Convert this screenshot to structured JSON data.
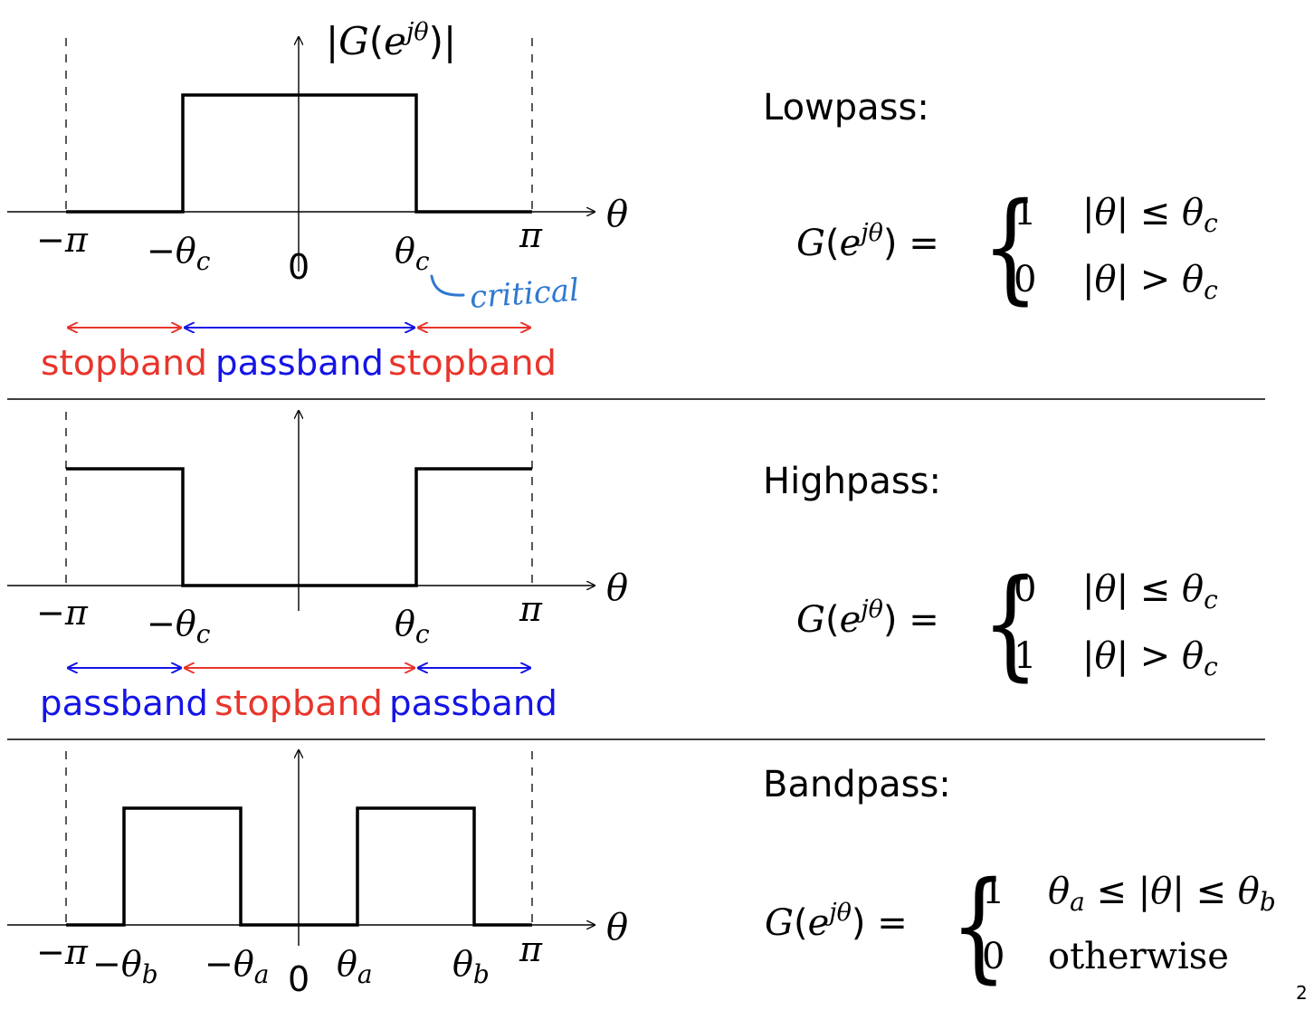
{
  "colors": {
    "stopband": "#e8352b",
    "passband": "#1414e6",
    "annotation": "#2f79d0",
    "ink": "#000000"
  },
  "plots": [
    {
      "id": "lowpass",
      "ylabel": "|G(e^{jθ})|",
      "xlabel": "θ",
      "ticks": [
        "−π",
        "−θc",
        "0",
        "θc",
        "π"
      ],
      "annotation": "critical",
      "bands": [
        "stopband",
        "passband",
        "stopband"
      ],
      "title": "Lowpass:",
      "equation": {
        "lhs": "G(e^{jθ}) =",
        "cases": [
          [
            "1",
            "|θ| ≤ θc"
          ],
          [
            "0",
            "|θ| > θc"
          ]
        ]
      }
    },
    {
      "id": "highpass",
      "xlabel": "θ",
      "ticks": [
        "−π",
        "−θc",
        "θc",
        "π"
      ],
      "bands": [
        "passband",
        "stopband",
        "passband"
      ],
      "title": "Highpass:",
      "equation": {
        "lhs": "G(e^{jθ}) =",
        "cases": [
          [
            "0",
            "|θ| ≤ θc"
          ],
          [
            "1",
            "|θ| > θc"
          ]
        ]
      }
    },
    {
      "id": "bandpass",
      "xlabel": "θ",
      "ticks": [
        "−π",
        "−θb",
        "−θa",
        "0",
        "θa",
        "θb",
        "π"
      ],
      "title": "Bandpass:",
      "equation": {
        "lhs": "G(e^{jθ}) =",
        "cases": [
          [
            "1",
            "θa ≤ |θ| ≤ θb"
          ],
          [
            "0",
            "otherwise"
          ]
        ]
      }
    }
  ],
  "page_number": "2"
}
